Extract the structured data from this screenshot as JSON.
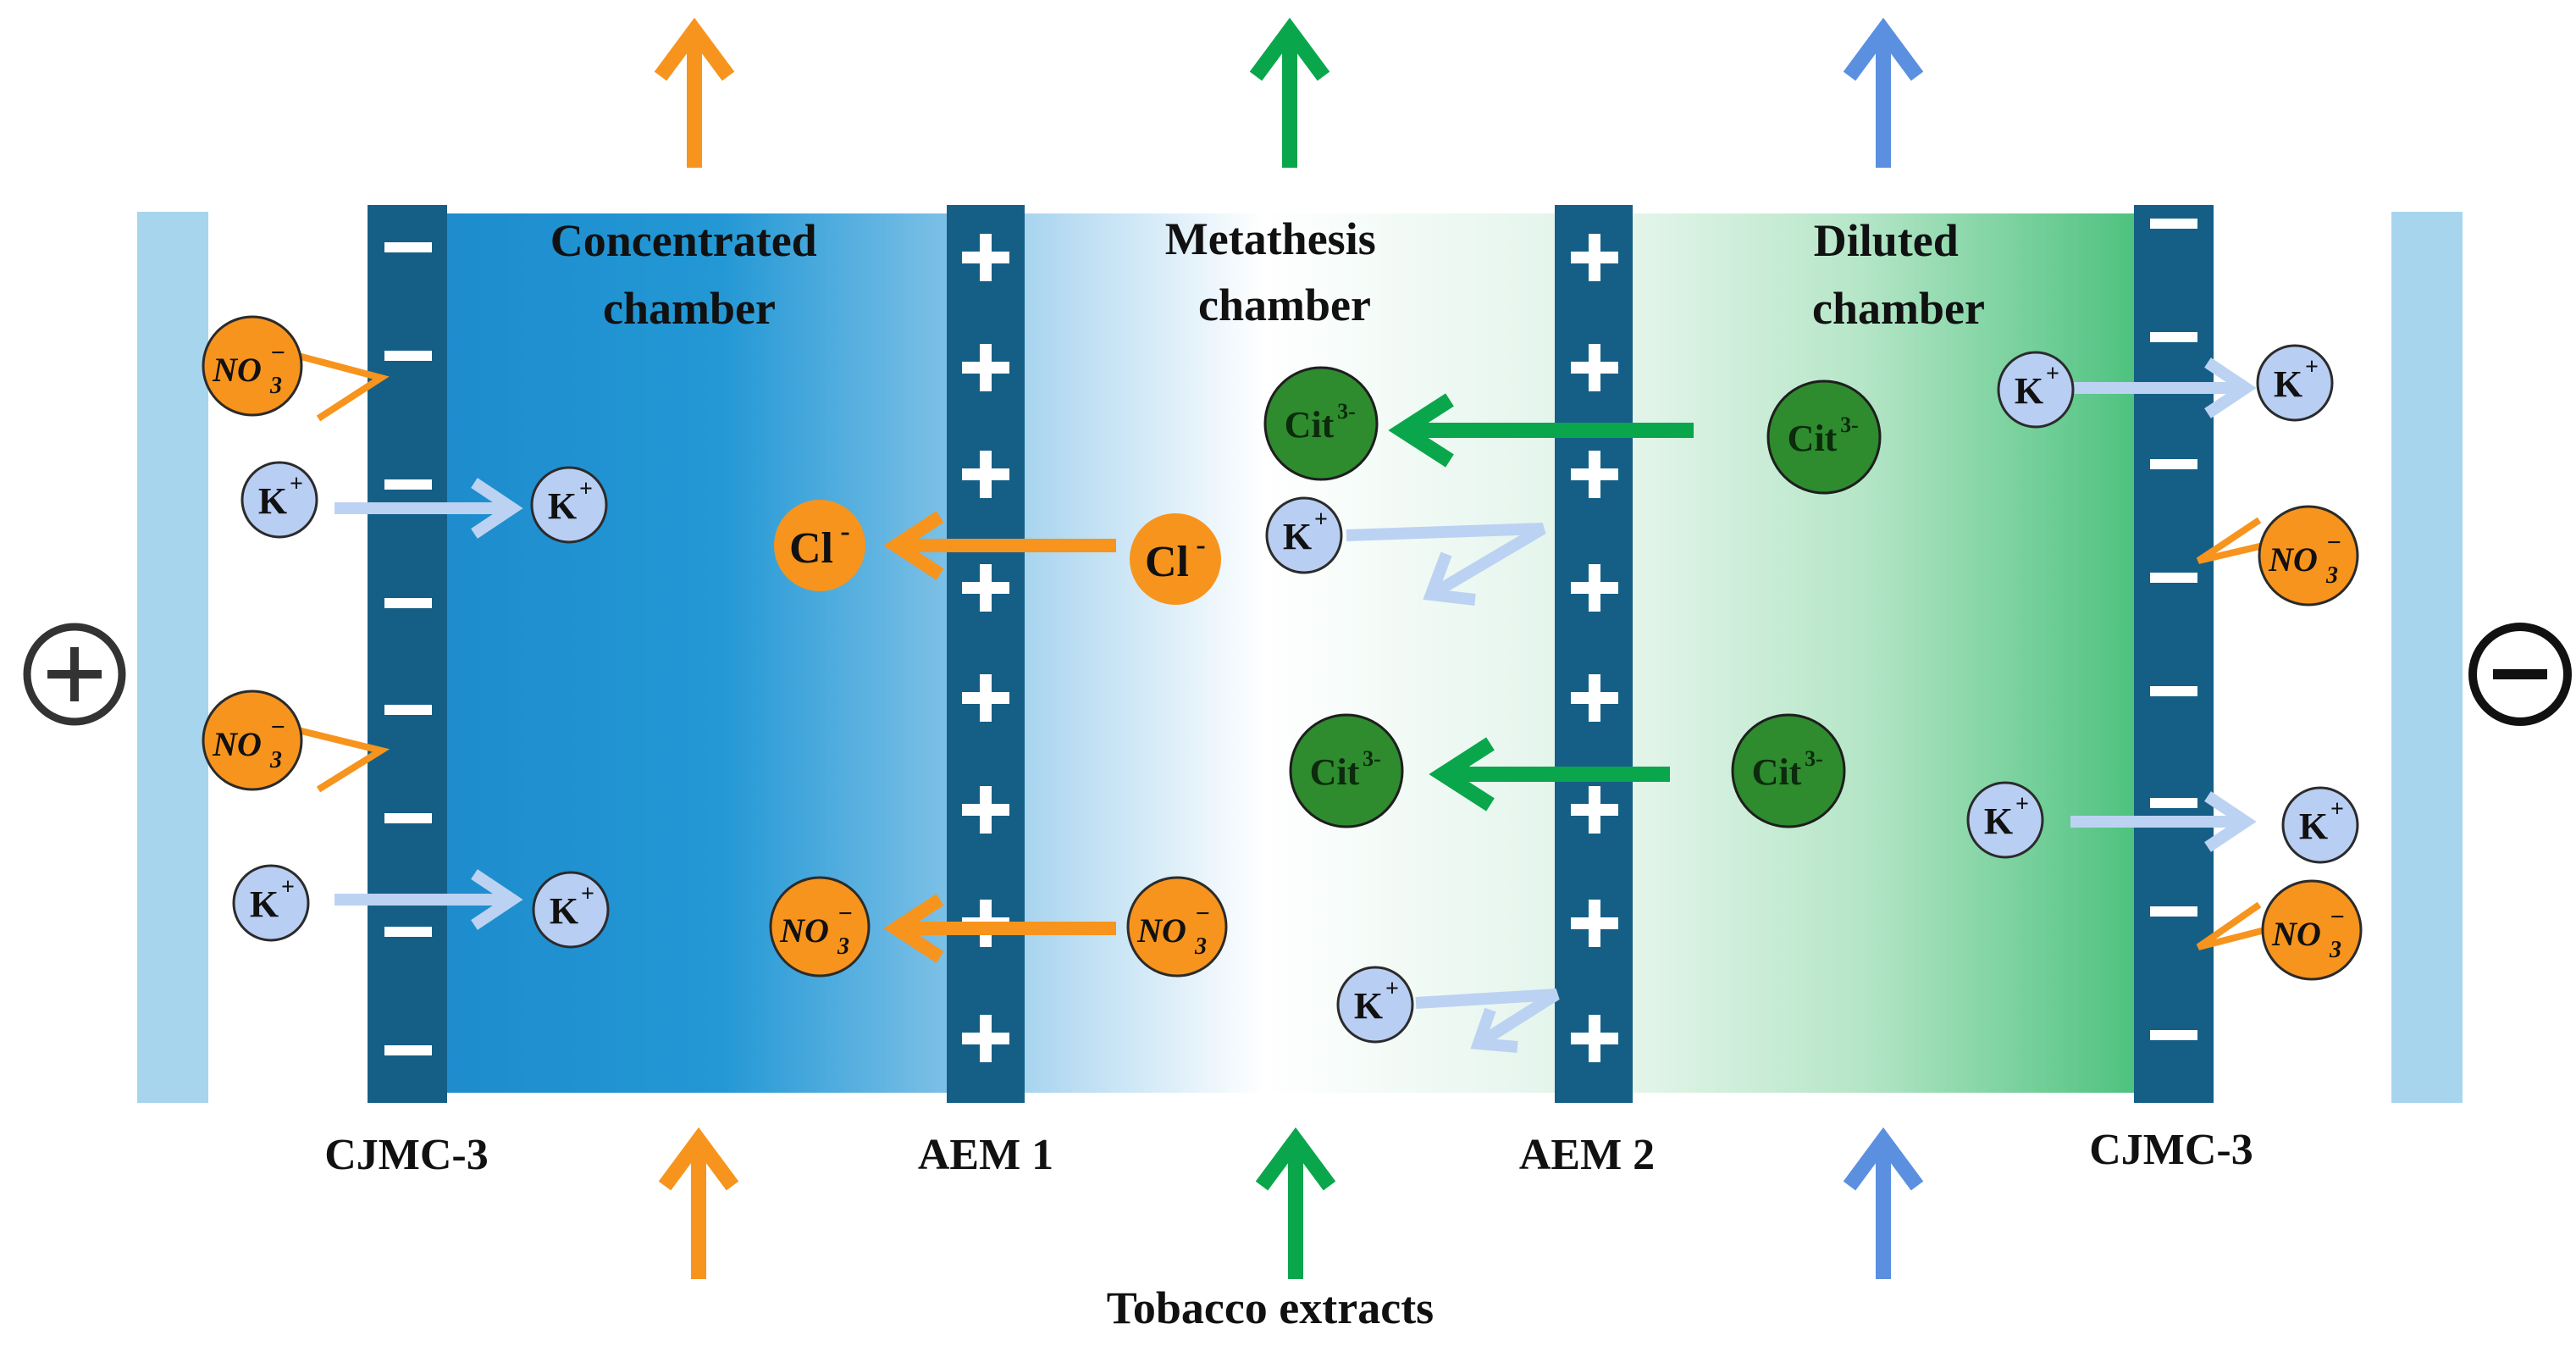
{
  "chambers": {
    "concentrated": "Concentrated chamber",
    "metathesis": "Metathesis chamber",
    "diluted": "Diluted chamber"
  },
  "membranes": {
    "left": "CJMC-3",
    "aem1": "AEM 1",
    "aem2": "AEM 2",
    "right": "CJMC-3"
  },
  "feed_label": "Tobacco extracts",
  "electrodes": {
    "anode": "+",
    "cathode": "−"
  },
  "ions": {
    "k": "K",
    "k_charge": "+",
    "no3": "NO",
    "no3_sub": "3",
    "no3_charge": "−",
    "cl": "Cl",
    "cl_charge": "-",
    "cit": "Cit",
    "cit_charge": "3-"
  },
  "colors": {
    "orange": "#f7941d",
    "green": "#0aa64b",
    "blue_arrow": "#5b8fe0",
    "membrane": "#155f86",
    "electrode": "#a7d5ee",
    "k_ion": "#b9cef3",
    "cit_ion": "#2e8b2e",
    "k_arrow": "#bcd2f2"
  }
}
